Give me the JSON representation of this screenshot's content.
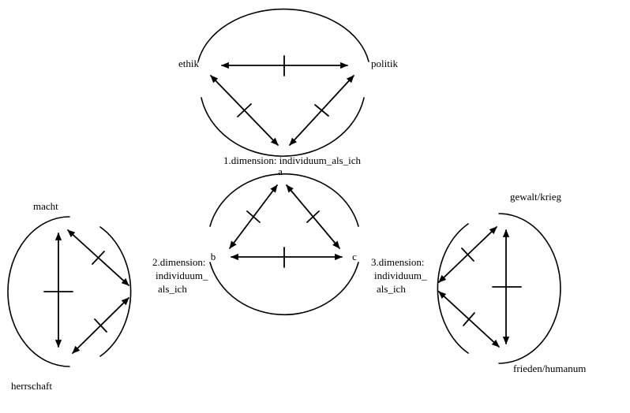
{
  "page": {
    "background": "#ffffff",
    "ink": "#000000"
  },
  "dim1": {
    "left_vertex": "ethik",
    "right_vertex": "politik",
    "caption": "1.dimension: individuum_als_ich"
  },
  "center": {
    "apex": "a",
    "left_vertex": "b",
    "right_vertex": "c"
  },
  "dim2": {
    "caption_lines": [
      "2.dimension:",
      "individuum_",
      "als_ich"
    ]
  },
  "dim3": {
    "caption_lines": [
      "3.dimension:",
      "individuum_",
      "als_ich"
    ]
  },
  "left_circle": {
    "top": "macht",
    "bottom": "herrschaft"
  },
  "right_circle": {
    "top": "gewalt/krieg",
    "bottom": "frieden/humanum"
  }
}
